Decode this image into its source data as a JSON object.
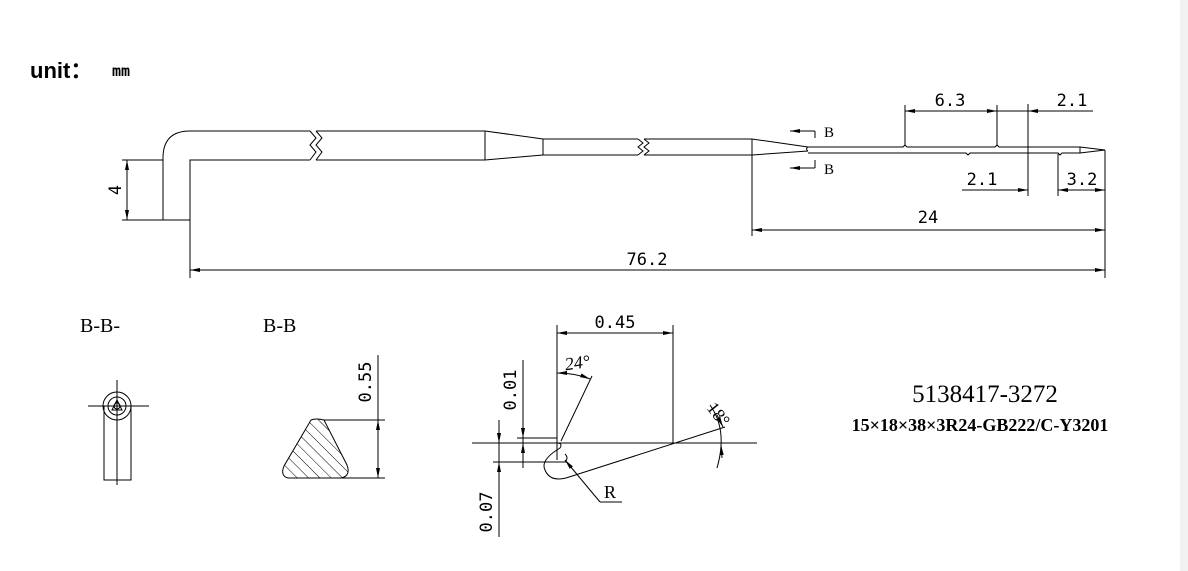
{
  "unit_label": "unit：",
  "unit_value": "mm",
  "main_view": {
    "dim_shank_height": "4",
    "dim_overall_length": "76.2",
    "dim_blade_length": "24",
    "dim_groove": "6.3",
    "dim_top_2_1": "2.1",
    "dim_bottom_2_1": "2.1",
    "dim_tip": "3.2",
    "section_marker_top": "B",
    "section_marker_bottom": "B"
  },
  "sections": {
    "left_title": "B-B-",
    "right_title": "B-B",
    "dim_height": "0.55"
  },
  "point_detail": {
    "dim_width": "0.45",
    "angle_top": "24°",
    "angle_right": "18°",
    "dim_top_offset": "0.01",
    "dim_bottom_offset": "0.07",
    "radius_label": "R"
  },
  "title_block": {
    "part_number": "5138417-3272",
    "spec": "15×18×38×3R24-GB222/C-Y3201"
  }
}
